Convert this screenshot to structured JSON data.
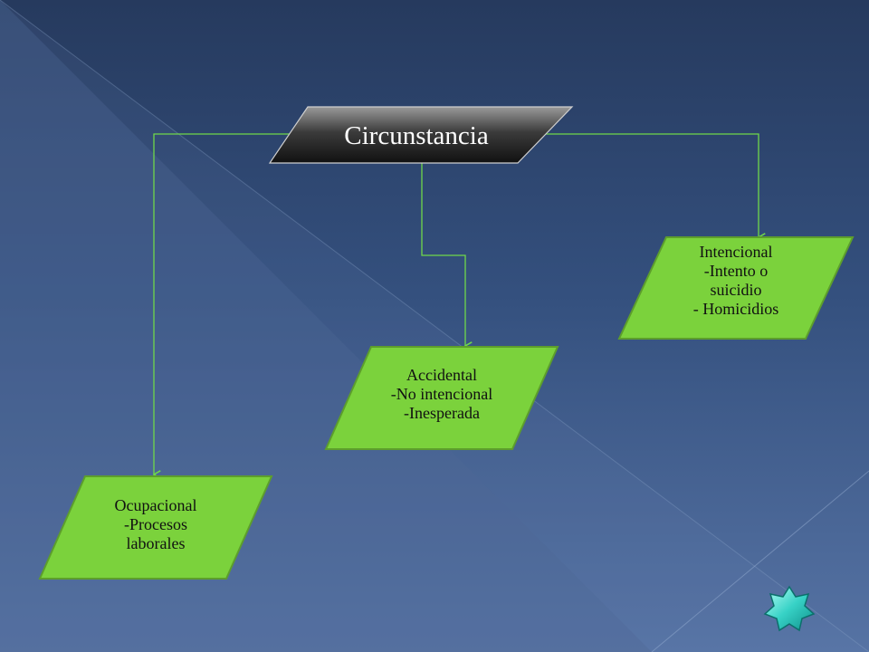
{
  "root": {
    "label": "Circunstancia"
  },
  "nodes": [
    {
      "id": "intencional",
      "lines": [
        "Intencional",
        "-Intento o",
        "suicidio",
        "- Homicidios"
      ]
    },
    {
      "id": "accidental",
      "lines": [
        "Accidental",
        "-No intencional",
        "-Inesperada"
      ]
    },
    {
      "id": "ocupacional",
      "lines": [
        "Ocupacional",
        "-Procesos",
        "laborales"
      ]
    }
  ],
  "colors": {
    "box_fill": "#7bd23c",
    "box_border": "#5d9e2c",
    "connector": "#6fd84a",
    "root_fill": "#3a3a3a"
  },
  "icons": {
    "corner_star": "star-icon"
  }
}
